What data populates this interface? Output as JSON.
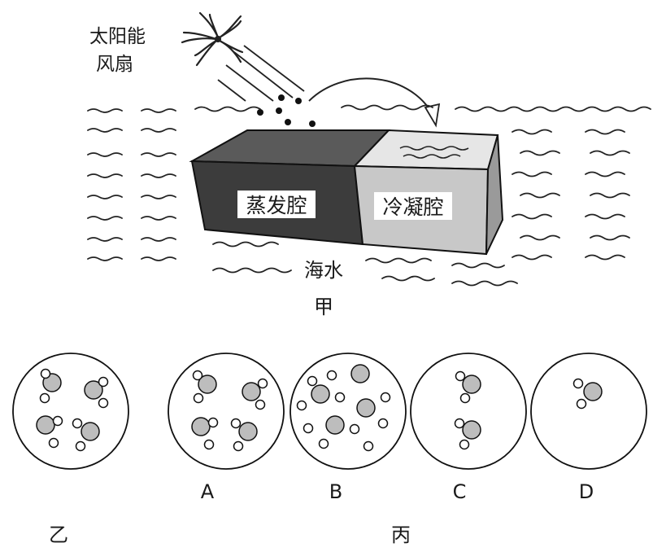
{
  "figure_jia": {
    "fan_label_line1": "太阳能",
    "fan_label_line2": "风扇",
    "evaporation_chamber": "蒸发腔",
    "condensation_chamber": "冷凝腔",
    "seawater": "海水",
    "caption": "甲"
  },
  "figure_yi": {
    "caption": "乙"
  },
  "figure_bing": {
    "caption": "丙",
    "options": [
      {
        "letter": "A"
      },
      {
        "letter": "B"
      },
      {
        "letter": "C"
      },
      {
        "letter": "D"
      }
    ]
  }
}
